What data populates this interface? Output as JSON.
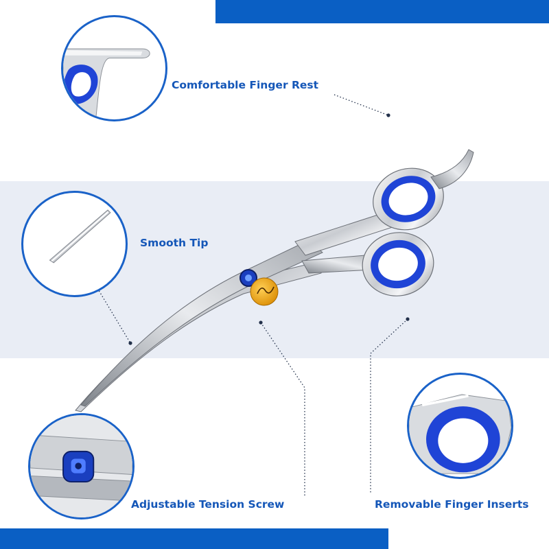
{
  "features": {
    "finger_rest": "Comfortable Finger Rest",
    "smooth_tip": "Smooth Tip",
    "tension_screw": "Adjustable Tension Screw",
    "finger_inserts": "Removable Finger Inserts"
  },
  "colors": {
    "accent": "#0a5fc4",
    "label": "#1557b8",
    "band": "#e9edf5",
    "insert_blue": "#1f44d6"
  },
  "icons": {
    "scissors": "curved-grooming-scissors",
    "logo": "brand-logo-emblem"
  }
}
